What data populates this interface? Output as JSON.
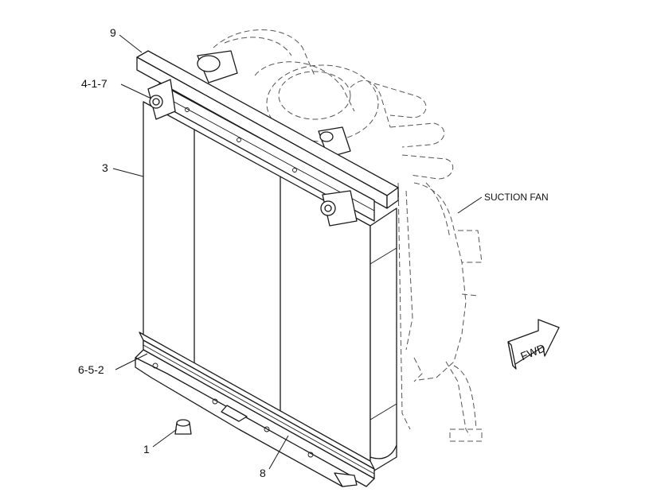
{
  "callouts": [
    {
      "id": "c9",
      "label": "9"
    },
    {
      "id": "c417",
      "label": "4-1-7"
    },
    {
      "id": "c3",
      "label": "3"
    },
    {
      "id": "c652",
      "label": "6-5-2"
    },
    {
      "id": "c1",
      "label": "1"
    },
    {
      "id": "c8",
      "label": "8"
    },
    {
      "id": "csf",
      "label": "SUCTION FAN"
    }
  ],
  "direction_arrow": {
    "label": "FWD"
  }
}
